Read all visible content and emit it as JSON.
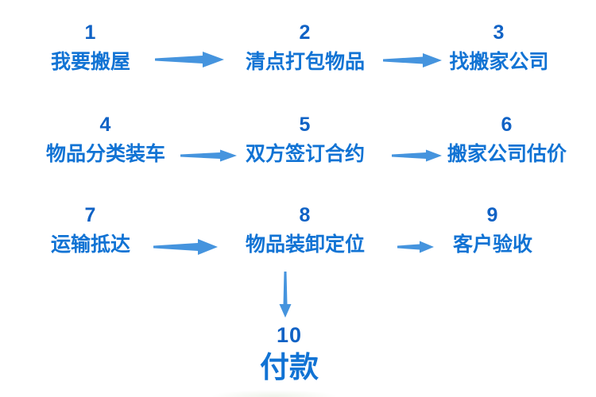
{
  "flow": {
    "steps": [
      {
        "num": "1",
        "label": "我要搬屋"
      },
      {
        "num": "2",
        "label": "清点打包物品"
      },
      {
        "num": "3",
        "label": "找搬家公司"
      },
      {
        "num": "4",
        "label": "物品分类装车"
      },
      {
        "num": "5",
        "label": "双方签订合约"
      },
      {
        "num": "6",
        "label": "搬家公司估价"
      },
      {
        "num": "7",
        "label": "运输抵达"
      },
      {
        "num": "8",
        "label": "物品装卸定位"
      },
      {
        "num": "9",
        "label": "客户验收"
      },
      {
        "num": "10",
        "label": "付款"
      }
    ],
    "connections": [
      {
        "from": "1",
        "to": "2",
        "direction": "right"
      },
      {
        "from": "2",
        "to": "3",
        "direction": "right"
      },
      {
        "from": "4",
        "to": "5",
        "direction": "right"
      },
      {
        "from": "5",
        "to": "6",
        "direction": "right"
      },
      {
        "from": "7",
        "to": "8",
        "direction": "right"
      },
      {
        "from": "8",
        "to": "9",
        "direction": "right"
      },
      {
        "from": "8",
        "to": "10",
        "direction": "down"
      }
    ],
    "colors": {
      "step_number": "#1062c5",
      "step_label": "#1173d4",
      "arrow": "#4594de",
      "background": "#ffffff"
    }
  }
}
